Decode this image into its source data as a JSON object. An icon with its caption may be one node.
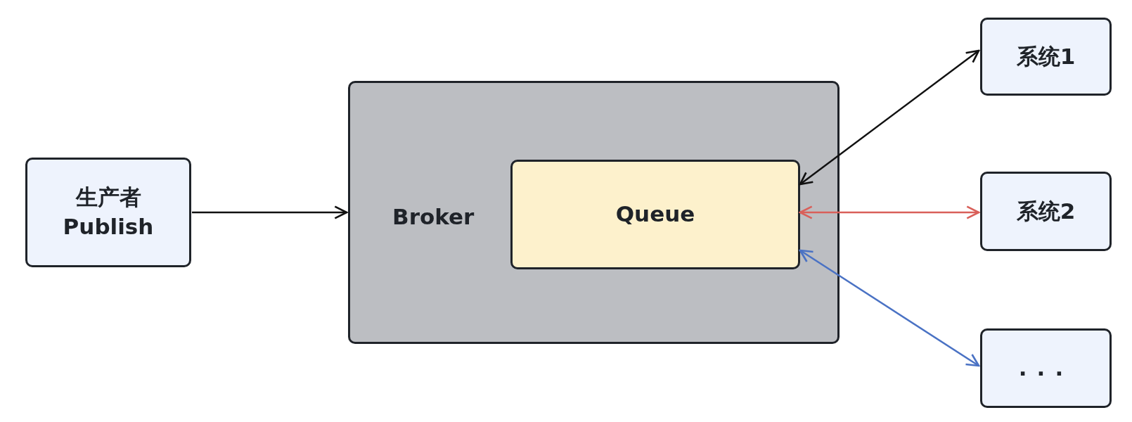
{
  "diagram": {
    "nodes": [
      {
        "text": [
          "生产者 Publish"
        ]
      },
      {
        "text": [
          "Broker"
        ]
      },
      {
        "text": [
          "Queue"
        ],
        "in": 1
      },
      {
        "text": [
          "系统1"
        ]
      },
      {
        "text": [
          "系统2"
        ]
      },
      {
        "text": [
          "..."
        ]
      }
    ],
    "edges": [
      {
        "from": 0,
        "to": 1,
        "arrow": "to"
      },
      {
        "from": 2,
        "to": 3,
        "arrow": "both"
      },
      {
        "from": 2,
        "to": 4,
        "arrow": "both",
        "color": "#d9605a"
      },
      {
        "from": 2,
        "to": 5,
        "arrow": "both",
        "color": "#4a72c4"
      }
    ]
  }
}
